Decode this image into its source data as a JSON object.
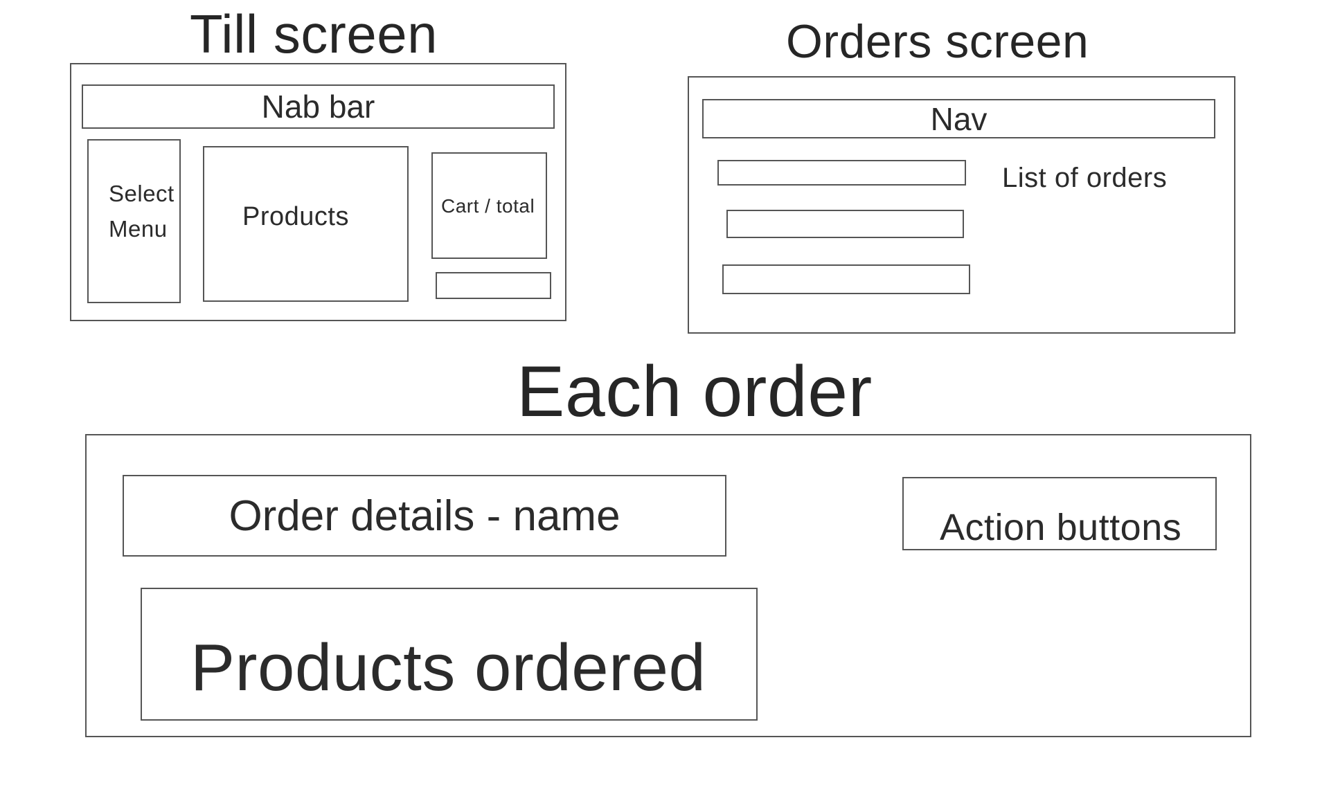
{
  "till_screen": {
    "title": "Till screen",
    "nav_bar": "Nab bar",
    "select_menu_line1": "Select",
    "select_menu_line2": "Menu",
    "products": "Products",
    "cart_total": "Cart / total"
  },
  "orders_screen": {
    "title": "Orders screen",
    "nav": "Nav",
    "list_label": "List of orders"
  },
  "each_order": {
    "title": "Each order",
    "order_details": "Order details - name",
    "action_buttons": "Action buttons",
    "products_ordered": "Products ordered"
  }
}
